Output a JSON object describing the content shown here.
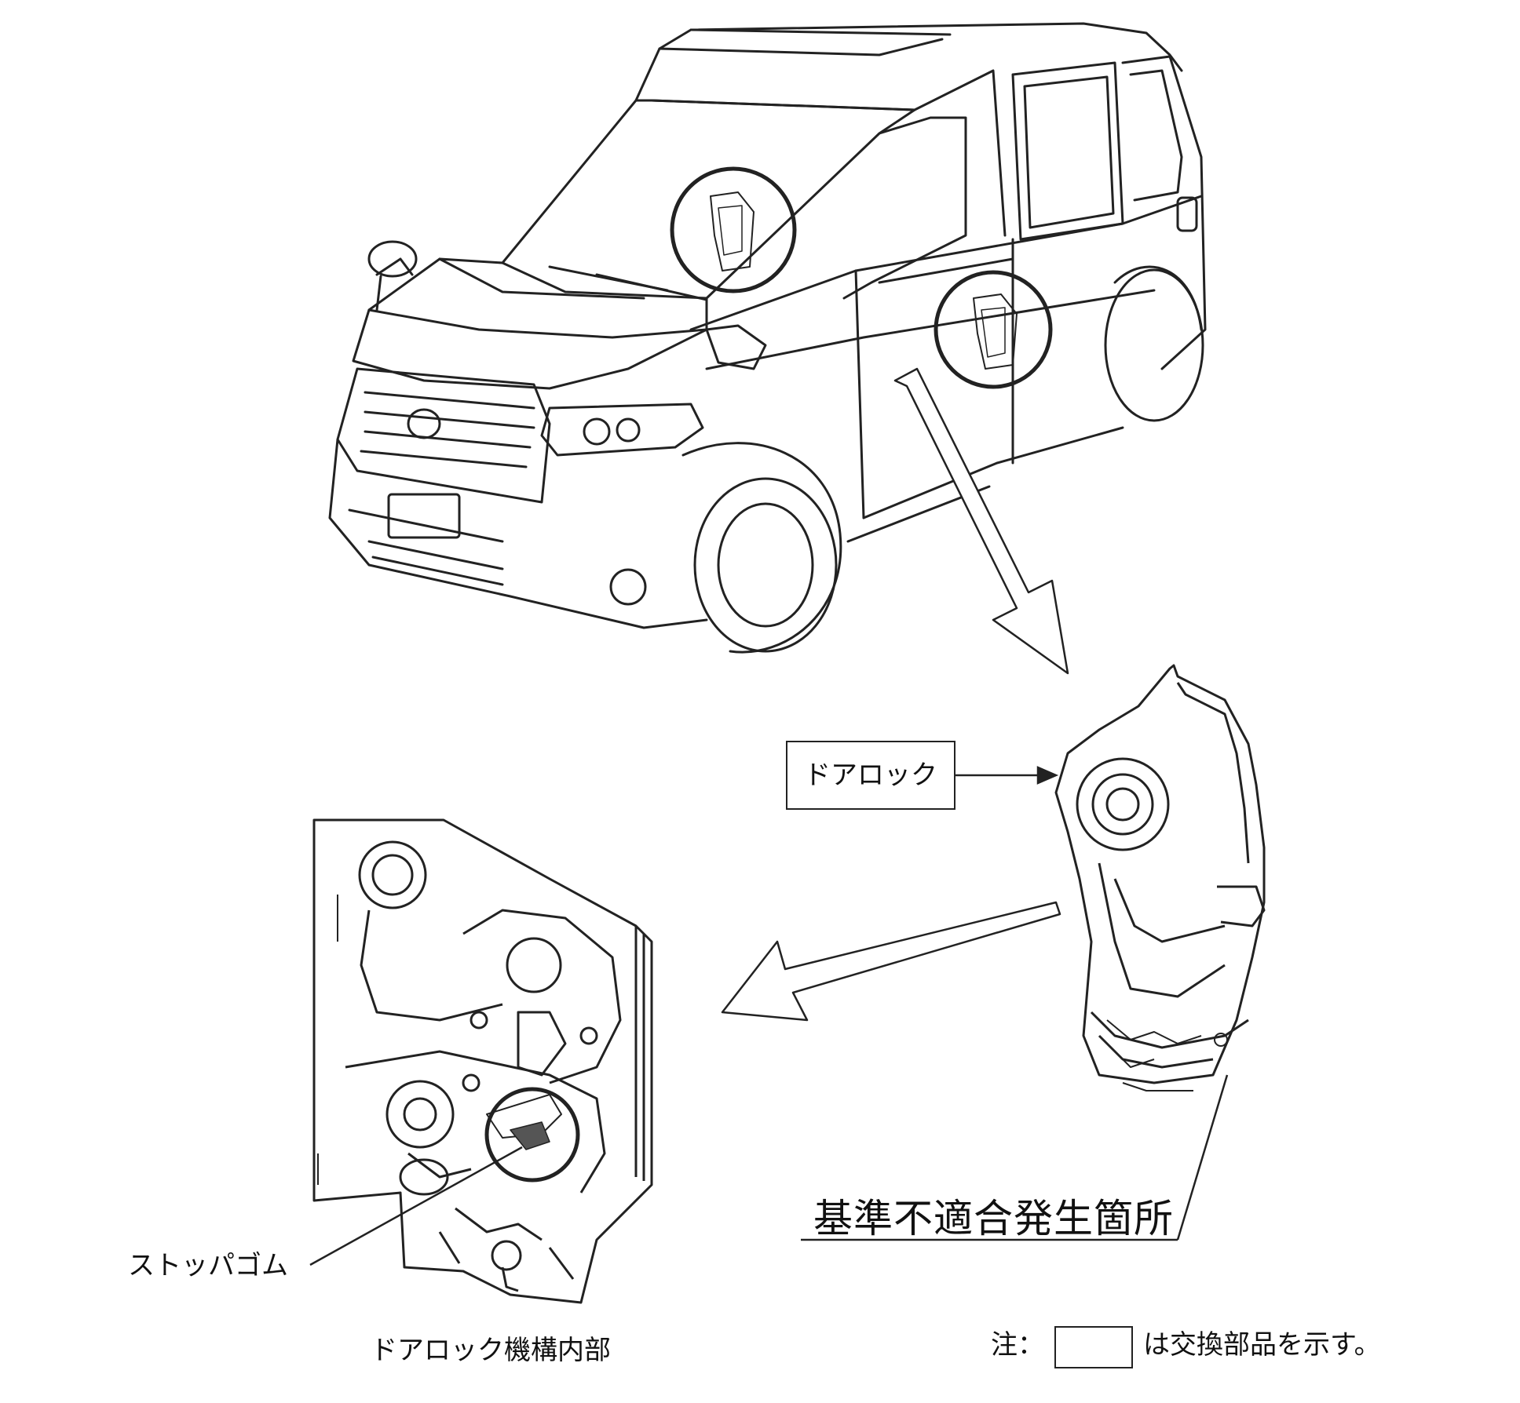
{
  "labels": {
    "door_lock": "ドアロック",
    "fault_location": "基準不適合発生箇所",
    "stopper_rubber": "ストッパゴム",
    "mechanism_interior": "ドアロック機構内部"
  },
  "note": {
    "prefix": "注：",
    "suffix": "は交換部品を示す。"
  },
  "icons": [
    "car-line-drawing",
    "door-lock-part",
    "door-lock-interior-mechanism",
    "highlight-circle",
    "callout-arrow"
  ],
  "colors": {
    "line": "#222222",
    "background": "#ffffff"
  }
}
